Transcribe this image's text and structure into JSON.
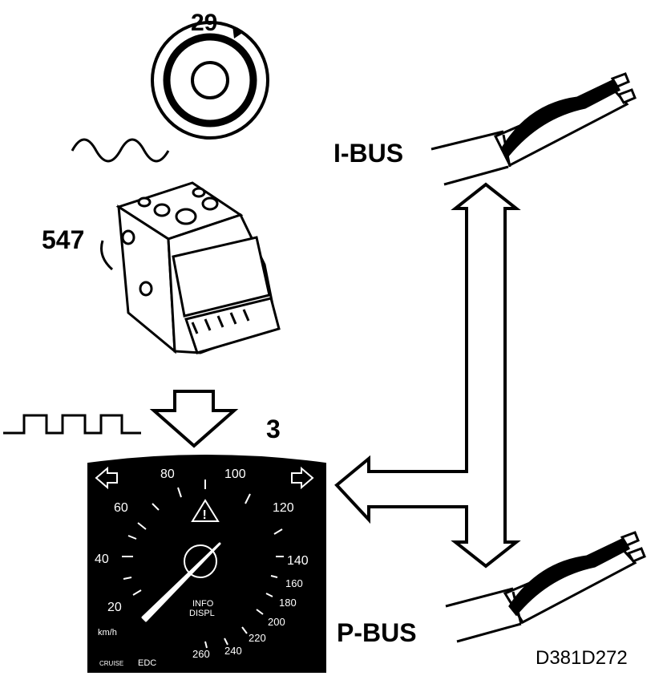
{
  "labels": {
    "wheel_sensor": "29",
    "abs_unit": "547",
    "instrument": "3",
    "ibus": "I-BUS",
    "pbus": "P-BUS",
    "figure_code": "D381D272"
  },
  "speedometer": {
    "ticks": [
      "20",
      "40",
      "60",
      "80",
      "100",
      "120",
      "140",
      "160",
      "180",
      "200",
      "220",
      "240",
      "260"
    ],
    "unit": "km/h",
    "info_line1": "INFO",
    "info_line2": "DISPL",
    "cruise": "CRUISE",
    "status": "EDC"
  },
  "colors": {
    "ink": "#000000",
    "paper": "#ffffff",
    "dial": "#000000"
  }
}
